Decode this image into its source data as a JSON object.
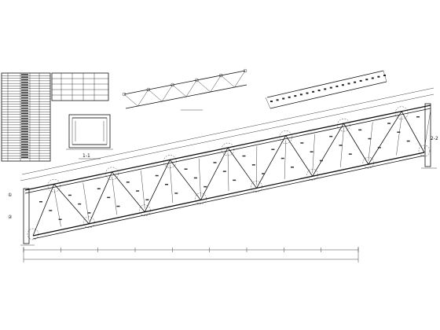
{
  "drawing": {
    "background": "#ffffff",
    "line_color": "#111111",
    "table_rows": 34,
    "detail_labels": {
      "left_section": "1-1",
      "right_support": "2-2",
      "left_detail_a": "①",
      "left_detail_b": "②"
    }
  }
}
